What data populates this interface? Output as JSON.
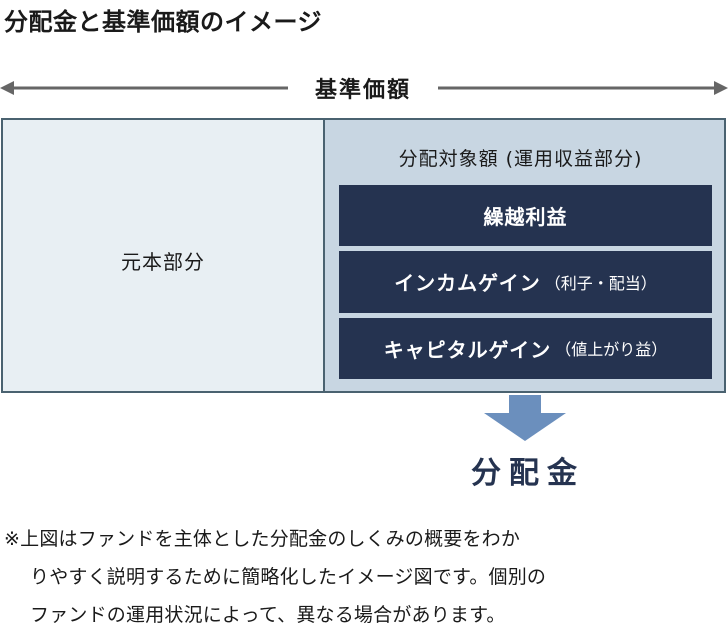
{
  "title": "分配金と基準価額のイメージ",
  "range_label": "基準価額",
  "principal_label": "元本部分",
  "distribution": {
    "title": "分配対象額 (運用収益部分)",
    "items": [
      {
        "main": "繰越利益",
        "sub": ""
      },
      {
        "main": "インカムゲイン",
        "sub": "（利子・配当）"
      },
      {
        "main": "キャピタルゲイン",
        "sub": "（値上がり益）"
      }
    ]
  },
  "result_label": "分配金",
  "note_lines": [
    "※上図はファンドを主体とした分配金のしくみの概要をわか",
    "りやすく説明するために簡略化したイメージ図です。個別の",
    "ファンドの運用状況によって、異なる場合があります。"
  ],
  "colors": {
    "principal_bg": "#e8eff3",
    "distribution_bg": "#c8d6e2",
    "box_bg": "#253350",
    "arrow": "#6b8fbd",
    "border": "#4a6270"
  },
  "icons": {
    "range_arrow": "double-headed-arrow-icon",
    "flow_arrow": "arrow-down-icon"
  }
}
